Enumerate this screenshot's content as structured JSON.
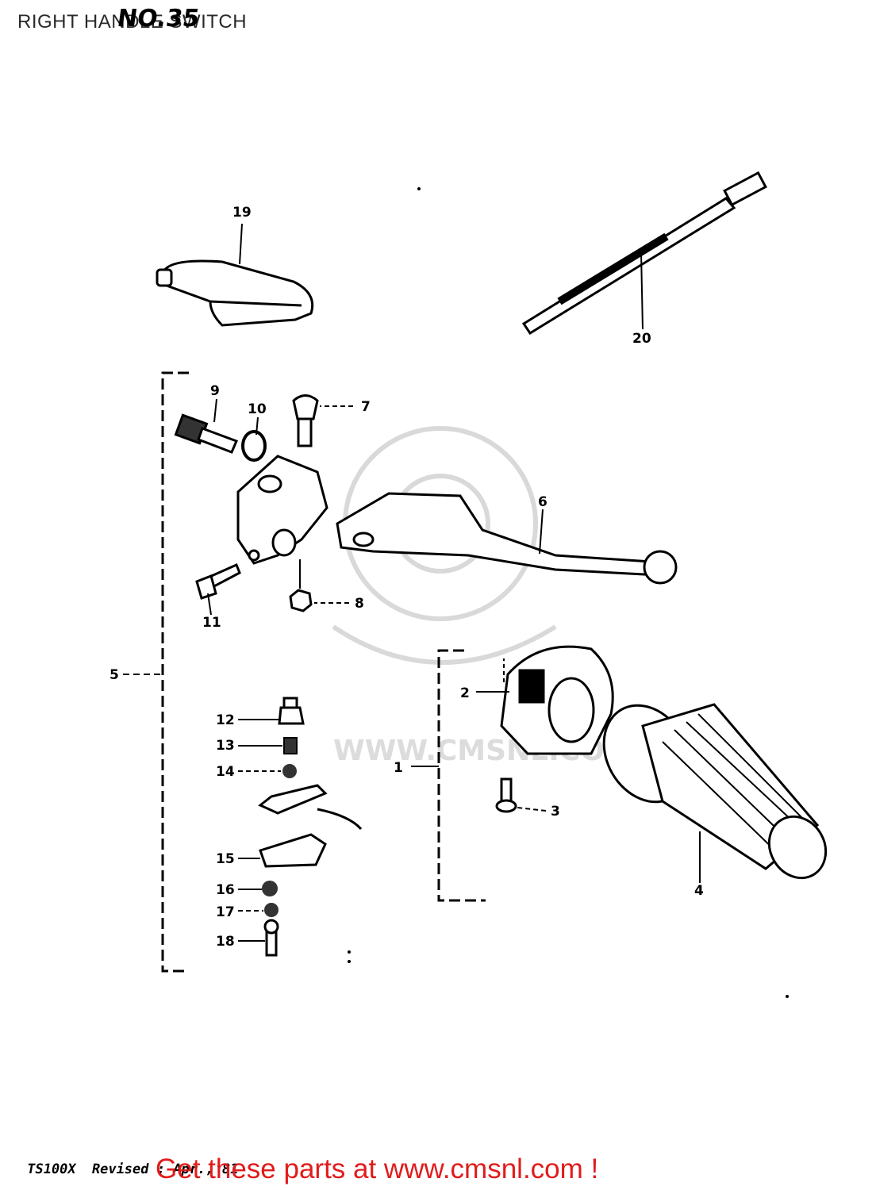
{
  "header": {
    "title": "RIGHT HANDLE SWITCH",
    "figure_number": "NO.35"
  },
  "callouts": {
    "p1": "1",
    "p2": "2",
    "p3": "3",
    "p4": "4",
    "p5": "5",
    "p6": "6",
    "p7": "7",
    "p8": "8",
    "p9": "9",
    "p10": "10",
    "p11": "11",
    "p12": "12",
    "p13": "13",
    "p14": "14",
    "p15": "15",
    "p16": "16",
    "p17": "17",
    "p18": "18",
    "p19": "19",
    "p20": "20"
  },
  "watermark": {
    "text": "WWW.CMSNL.COM"
  },
  "footer": {
    "model_revision": "TS100X  Revised : Apr.,'81",
    "cta": "Get these parts at www.cmsnl.com !"
  },
  "colors": {
    "cta": "#e11b1b",
    "ink": "#000000",
    "watermark": "#d9d9d9"
  }
}
